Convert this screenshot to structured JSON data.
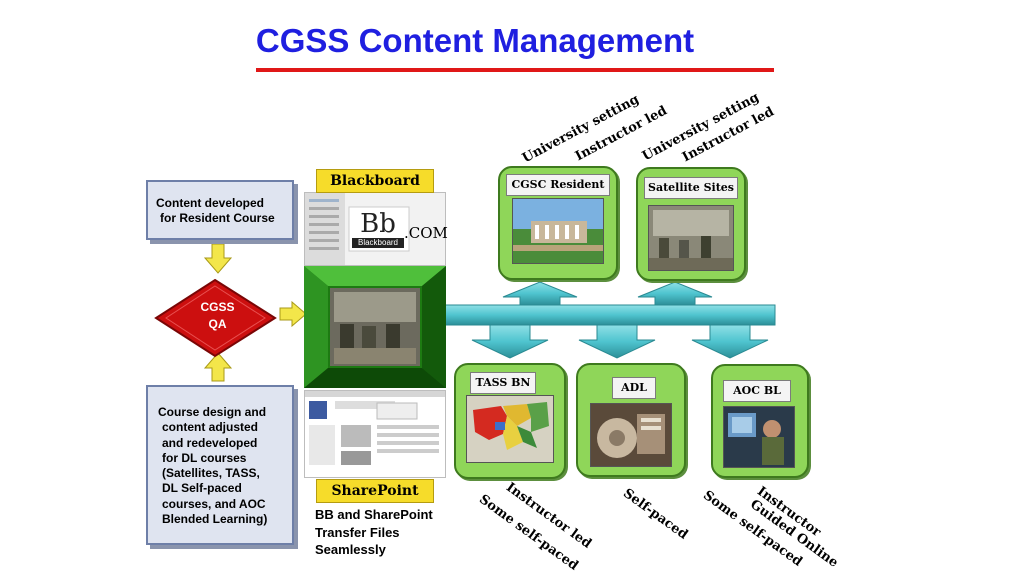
{
  "title": "CGSS Content Management",
  "resident_box": [
    "Content developed",
    "for Resident Course"
  ],
  "qa": [
    "CGSS",
    "QA"
  ],
  "dl_box": [
    "Course design and",
    "content adjusted",
    "and redeveloped",
    "for DL courses",
    "(Satellites, TASS,",
    "DL Self-paced",
    "courses, and AOC",
    "Blended Learning)"
  ],
  "blackboard": {
    "label": "Blackboard",
    "logo_text": "Bb",
    "logo_suffix": ".COM",
    "logo_sub": "Blackboard"
  },
  "sharepoint": {
    "label": "SharePoint"
  },
  "caption": [
    "BB and SharePoint",
    "Transfer Files",
    "Seamlessly"
  ],
  "cards": {
    "cgsc_resident": "CGSC Resident",
    "satellite_sites": "Satellite Sites",
    "tass_bn": "TASS BN",
    "adl": "ADL",
    "aoc_bl": "AOC BL"
  },
  "delivery_notes": {
    "resident_1": "University setting",
    "resident_2": "Instructor led",
    "satellite_1": "University setting",
    "satellite_2": "Instructor led",
    "tass_1": "Instructor led",
    "tass_2": "Some self-paced",
    "adl_1": "Self-paced",
    "aoc_1": "Instructor",
    "aoc_2": "Guided Online",
    "aoc_3": "Some self-paced"
  },
  "colors": {
    "title": "#1f1fe0",
    "underline": "#e01818",
    "card_green": "#8fd659",
    "pipe_teal": "#4fc4cf",
    "label_gold": "#f6dc2a",
    "qa_red": "#cc0f0f"
  }
}
